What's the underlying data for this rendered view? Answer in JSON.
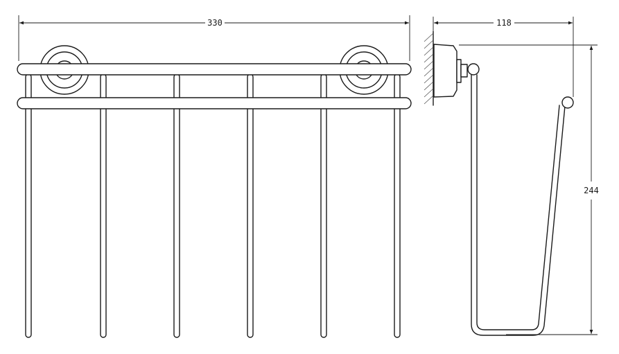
{
  "dimensions": {
    "width_label": "330",
    "depth_label": "118",
    "height_label": "244"
  }
}
